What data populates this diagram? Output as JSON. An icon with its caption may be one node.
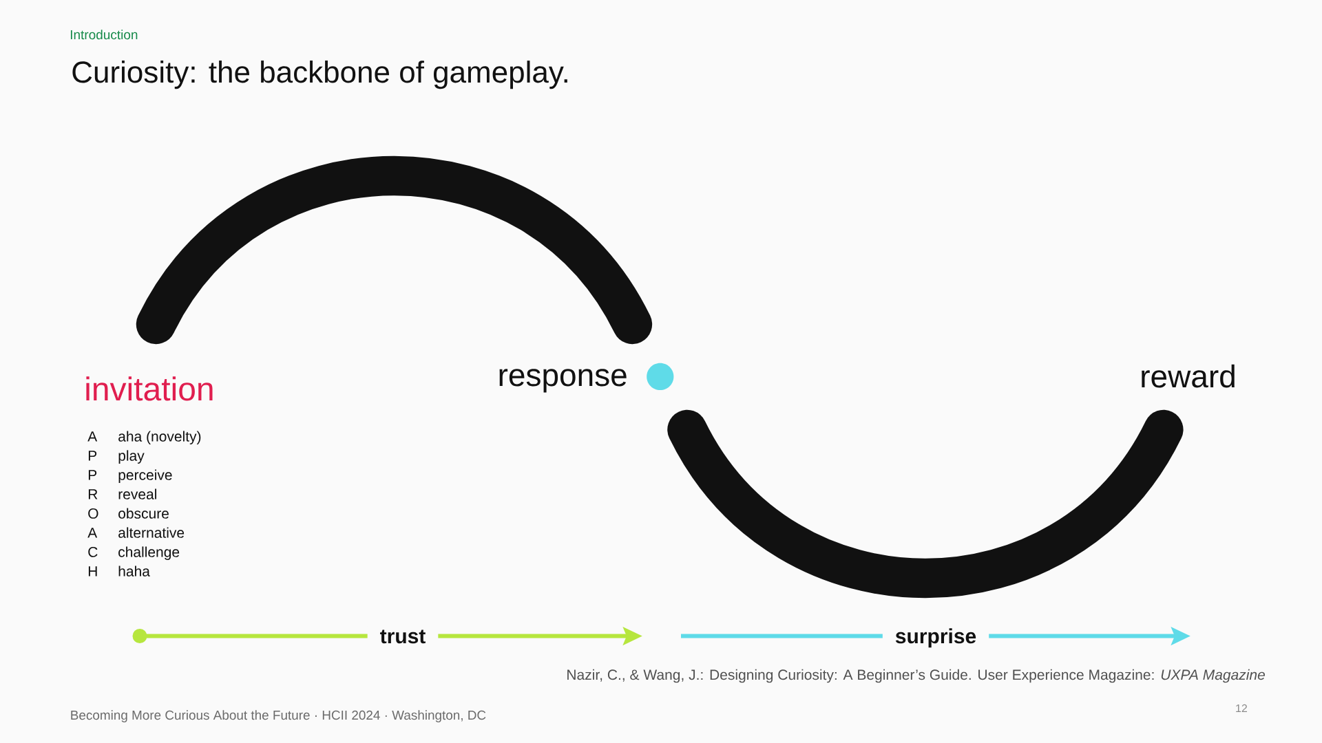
{
  "diagram": {
    "title": "Curiosity: the backbone of gameplay.",
    "nodes": [
      {
        "text": [
          "invitation"
        ]
      },
      {
        "text": [],
        "shape": "circle",
        "beside": [
          "response"
        ]
      },
      {
        "text": [
          "reward"
        ]
      }
    ],
    "edges": [
      {
        "from": 0,
        "to": 1,
        "arrow": "none"
      },
      {
        "from": 1,
        "to": 2,
        "arrow": "none"
      }
    ],
    "labels": [
      "Introduction",
      "A",
      "aha (novelty)",
      "P",
      "play",
      "P",
      "perceive",
      "R",
      "reveal",
      "O",
      "obscure",
      "A",
      "alternative",
      "C",
      "challenge",
      "H",
      "haha",
      "trust",
      "surprise",
      "Nazir, C., & Wang, J.: Designing Curiosity: A Beginner’s Guide. User Experience Magazine: *UXPA Magazine*",
      "Becoming More Curious About the Future · HCII 2024 · Washington, DC",
      "12"
    ]
  }
}
